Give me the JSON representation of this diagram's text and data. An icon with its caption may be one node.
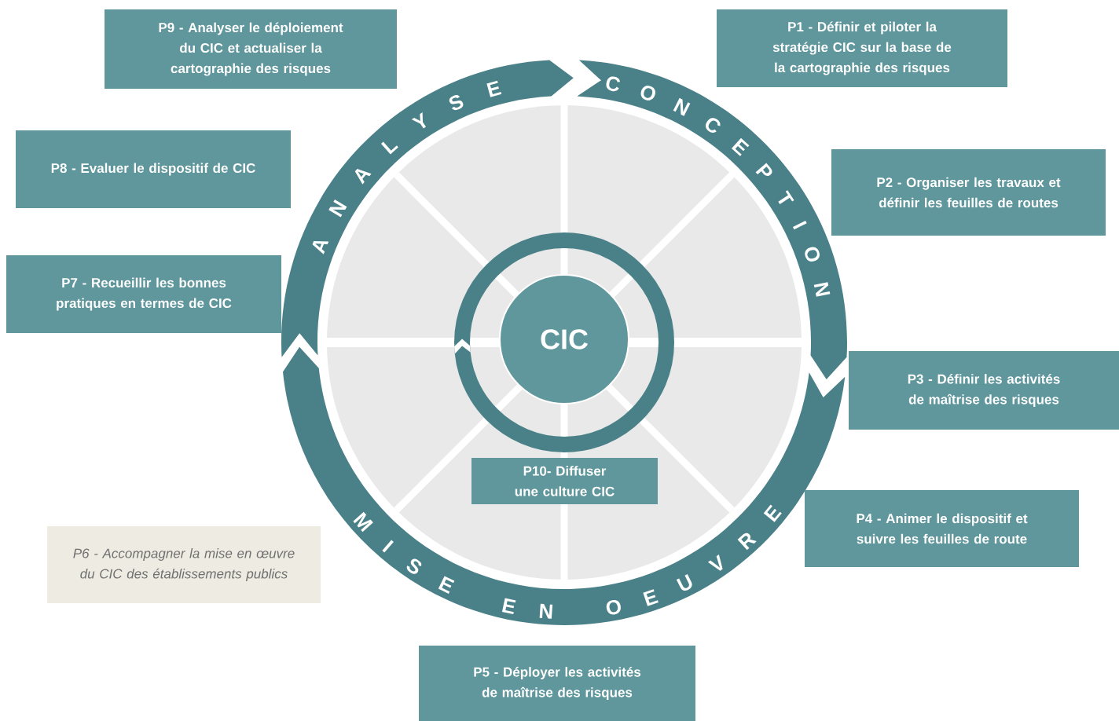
{
  "diagram": {
    "nodes": [
      {
        "text": [
          "P9 - Analyser le déploiement du CIC et actualiser la cartographie des risques"
        ]
      },
      {
        "text": [
          "P1 - Définir et piloter la stratégie CIC sur la base de la cartographie des risques"
        ]
      },
      {
        "text": [
          "P8 - Evaluer le dispositif de CIC"
        ]
      },
      {
        "text": [
          "P2 - Organiser les travaux et définir les feuilles de routes"
        ]
      },
      {
        "text": [
          "P7 - Recueillir les bonnes pratiques en termes de CIC"
        ]
      },
      {
        "text": [
          "CIC"
        ]
      },
      {
        "text": [
          "P3 - Définir les activités de maîtrise des risques"
        ]
      },
      {
        "text": [
          "P10- Diffuser une culture CIC"
        ]
      },
      {
        "text": [
          "P4 - Animer le dispositif et suivre les feuilles de route"
        ]
      },
      {
        "text": [
          "P6 - Accompagner la mise en œuvre du CIC des établissements publics"
        ]
      },
      {
        "text": [
          "P5 - Déployer les activités de maîtrise des risques"
        ]
      }
    ],
    "labels": [
      "ANALYSE",
      "CONCEPTION",
      "MISE EN OEUVRE"
    ]
  }
}
